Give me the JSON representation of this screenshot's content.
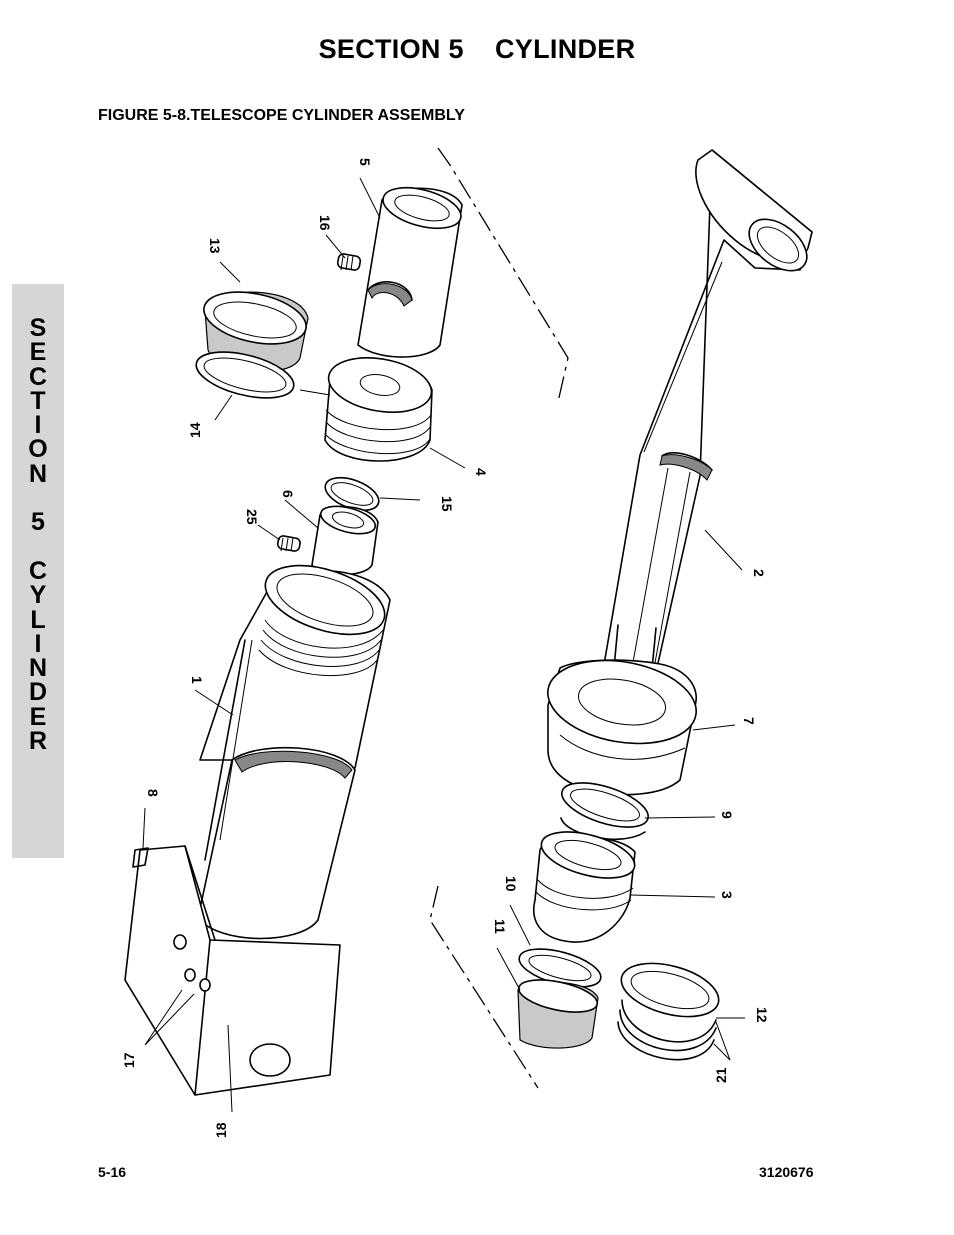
{
  "header": {
    "section_title": "SECTION 5    CYLINDER",
    "figure_title": "FIGURE 5-8.TELESCOPE CYLINDER ASSEMBLY"
  },
  "side_tab": {
    "text": "SECTION 5 CYLINDER"
  },
  "callouts": {
    "c1": "1",
    "c2": "2",
    "c3": "3",
    "c4": "4",
    "c5": "5",
    "c6": "6",
    "c7": "7",
    "c8": "8",
    "c9": "9",
    "c10": "10",
    "c11": "11",
    "c12": "12",
    "c13": "13",
    "c14": "14",
    "c15": "15",
    "c16": "16",
    "c17": "17",
    "c18": "18",
    "c21": "21",
    "c25": "25"
  },
  "footer": {
    "page_number": "5-16",
    "doc_number": "3120676"
  }
}
